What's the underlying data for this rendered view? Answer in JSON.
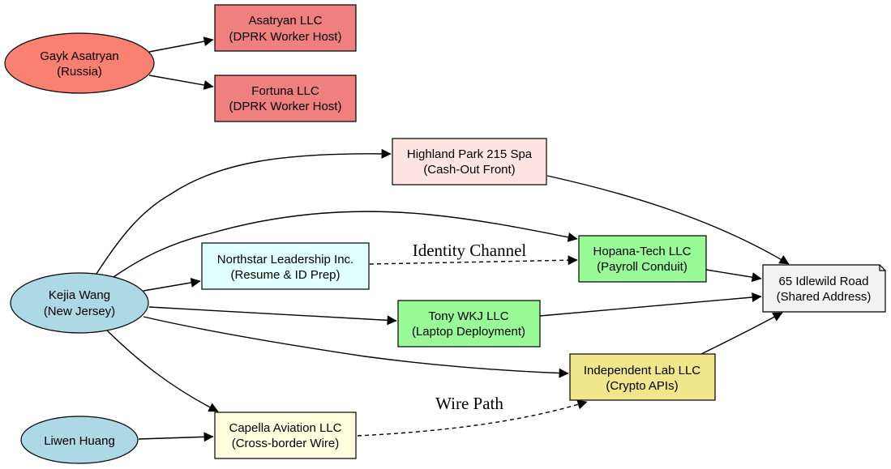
{
  "nodes": {
    "gayk": {
      "line1": "Gayk Asatryan",
      "line2": "(Russia)",
      "fill": "#fa8072"
    },
    "asatryan_llc": {
      "line1": "Asatryan LLC",
      "line2": "(DPRK Worker Host)",
      "fill": "#f08080"
    },
    "fortuna_llc": {
      "line1": "Fortuna LLC",
      "line2": "(DPRK Worker Host)",
      "fill": "#f08080"
    },
    "highland": {
      "line1": "Highland Park 215 Spa",
      "line2": "(Cash-Out Front)",
      "fill": "#ffe4e1"
    },
    "hopana": {
      "line1": "Hopana-Tech LLC",
      "line2": "(Payroll Conduit)",
      "fill": "#98fb98"
    },
    "northstar": {
      "line1": "Northstar Leadership Inc.",
      "line2": "(Resume & ID Prep)",
      "fill": "#e0ffff"
    },
    "kejia": {
      "line1": "Kejia Wang",
      "line2": "(New Jersey)",
      "fill": "#add8e6"
    },
    "tony": {
      "line1": "Tony WKJ LLC",
      "line2": "(Laptop Deployment)",
      "fill": "#98fb98"
    },
    "idlewild": {
      "line1": "65 Idlewild Road",
      "line2": "(Shared Address)",
      "fill": "#f2f2f2"
    },
    "independent": {
      "line1": "Independent Lab LLC",
      "line2": "(Crypto APIs)",
      "fill": "#f0e68c"
    },
    "liwen": {
      "line1": "Liwen Huang",
      "line2": "",
      "fill": "#add8e6"
    },
    "capella": {
      "line1": "Capella Aviation LLC",
      "line2": "(Cross-border Wire)",
      "fill": "#ffffe0"
    }
  },
  "edge_labels": {
    "identity_channel": "Identity Channel",
    "wire_path": "Wire Path"
  }
}
